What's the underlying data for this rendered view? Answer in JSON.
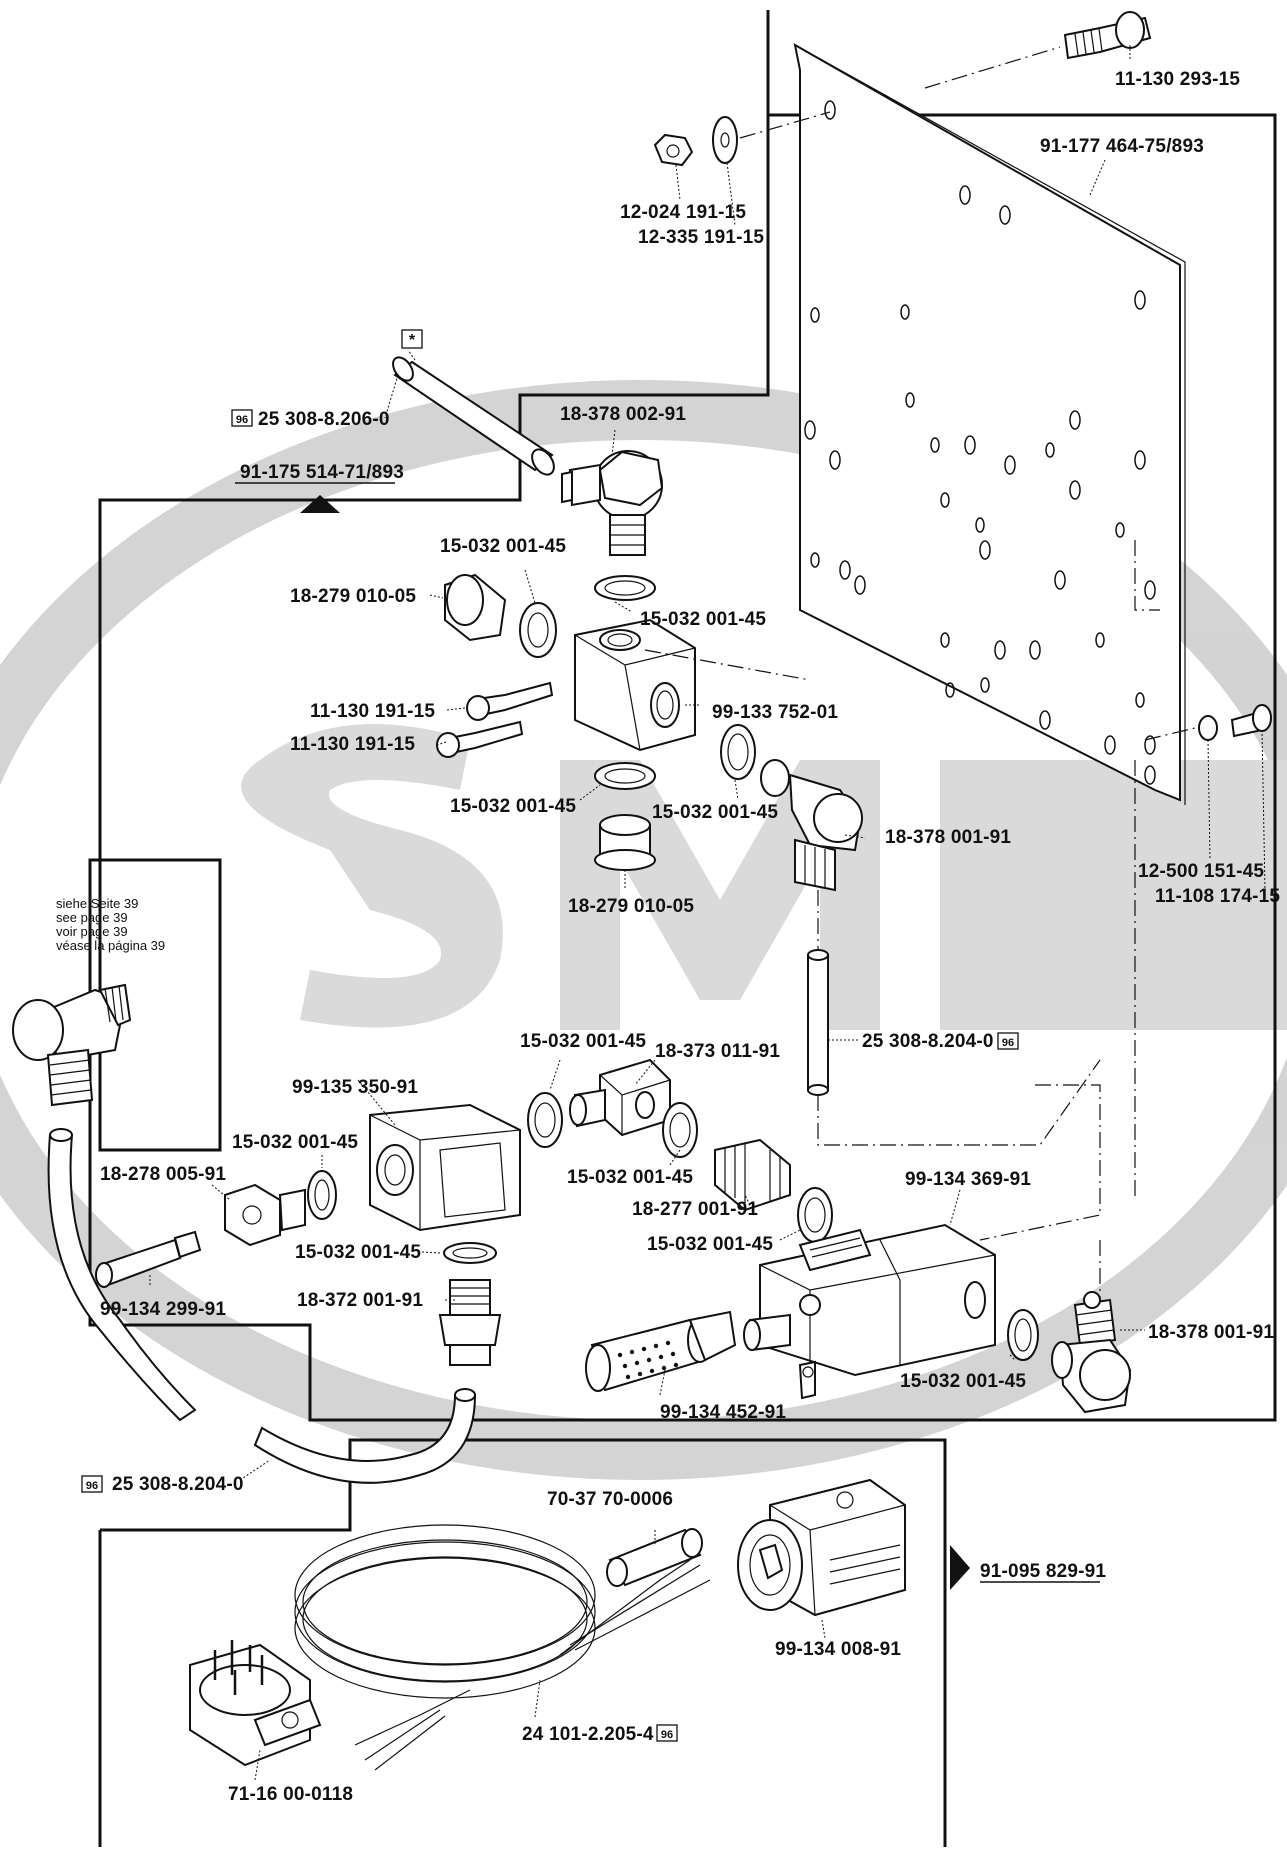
{
  "watermark": {
    "text": "SM"
  },
  "references": {
    "top_assembly": "91-175 514-71/893",
    "bottom_assembly": "91-095 829-91"
  },
  "note": {
    "lines": [
      "siehe Seite 39",
      "see page 39",
      "voir page 39",
      "véase la página 39"
    ]
  },
  "symbols": {
    "star": "*",
    "box96": "96"
  },
  "parts": {
    "screw_top": "11-130 293-15",
    "plate": "91-177 464-75/893",
    "nut": "12-024 191-15",
    "washer": "12-335 191-15",
    "tube_top": "25 308-8.206-0",
    "elbow_top": "18-378 002-91",
    "seal_a": "15-032 001-45",
    "plug_left": "18-279 010-05",
    "seal_b": "15-032 001-45",
    "screw_1": "11-130 191-15",
    "screw_2": "11-130 191-15",
    "block": "99-133 752-01",
    "seal_c": "15-032 001-45",
    "seal_d": "15-032 001-45",
    "elbow_mid": "18-378 001-91",
    "plug_bottom": "18-279 010-05",
    "washer_right": "12-500 151-45",
    "screw_right": "11-108 174-15",
    "tube_mid": "25 308-8.204-0",
    "seal_e": "15-032 001-45",
    "angle_fitting": "18-373 011-91",
    "valve_left": "99-135 350-91",
    "seal_f": "15-032 001-45",
    "seal_g": "15-032 001-45",
    "muffler_fitting": "18-278 005-91",
    "nipple": "18-277 001-91",
    "valve_main": "99-134 369-91",
    "seal_h": "15-032 001-45",
    "seal_i": "15-032 001-45",
    "fitting_straight": "18-372 001-91",
    "silencer_small": "99-134 299-91",
    "elbow_bottom": "18-378 001-91",
    "seal_j": "15-032 001-45",
    "silencer_large": "99-134 452-91",
    "tube_bottom": "25 308-8.204-0",
    "sleeve": "70-37 70-0006",
    "coil_plug": "99-134 008-91",
    "cable": "24 101-2.205-4",
    "connector": "71-16 00-0118"
  }
}
